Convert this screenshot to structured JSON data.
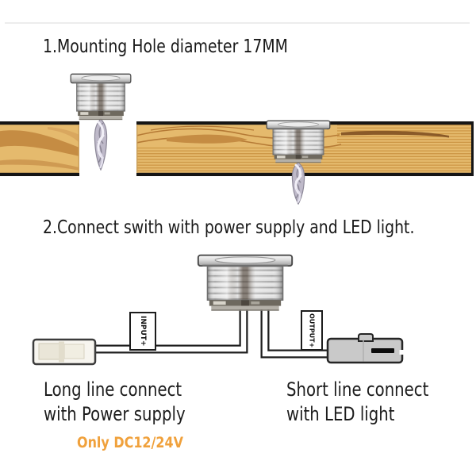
{
  "section1": {
    "title": "1.Mounting Hole diameter 17MM"
  },
  "section2": {
    "title": "2.Connect swith with power supply and LED light.",
    "wiring": {
      "input_label": "INPUT+",
      "output_label": "OUTPUT+"
    },
    "captions": {
      "left_line1": "Long line connect",
      "left_line2": "with Power supply",
      "voltage_note": "Only DC12/24V",
      "right_line1": "Short line connect",
      "right_line2": "with LED light"
    }
  },
  "graphics": {
    "section1_objects": [
      "led-fixture-above-mounting-hole",
      "twisted-wire-tail",
      "wood-plank-with-17mm-hole",
      "led-fixture-installed-in-plank"
    ],
    "section2_objects": [
      "led-fixture",
      "input-wire-long",
      "output-wire-short",
      "power-supply-connector",
      "led-light-connector"
    ]
  },
  "colors": {
    "text": "#1c1c1c",
    "voltage_note_orange": "#f0a13c",
    "wood_base": "#e5ba6d",
    "wood_grain_dark": "#c58c43",
    "wood_stripe": "#c9913f",
    "plank_edge_black": "#151515",
    "metal_silver_light": "#ececec",
    "metal_silver_dark": "#8f8f8f",
    "wire_black": "#1e1e1e",
    "connector_power_fill": "#f7f5ef",
    "connector_led_fill": "#c9c9c9",
    "twisted_wire_fill": "#beb9c9"
  }
}
